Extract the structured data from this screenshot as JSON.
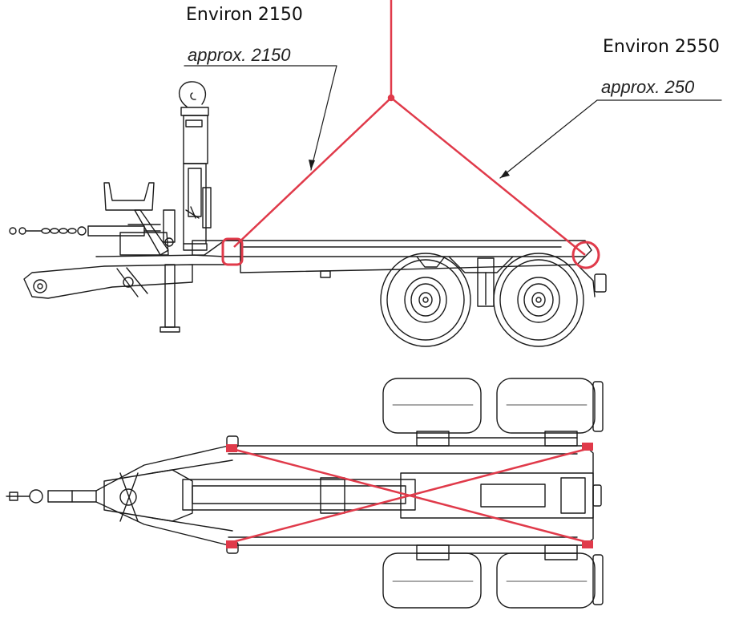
{
  "labels": {
    "model_a": "Environ 2150",
    "dim_a": "approx. 2150",
    "model_b": "Environ 2550",
    "dim_b": "approx. 250"
  },
  "colors": {
    "line": "#1a1a1a",
    "accent": "#e03a4a",
    "fill": "#ffffff"
  }
}
